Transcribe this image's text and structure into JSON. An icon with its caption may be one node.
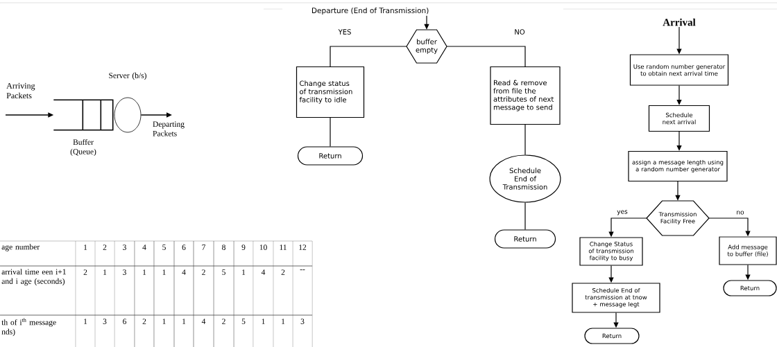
{
  "diagram": {
    "nodes": [
      {
        "text": [],
        "shape": "box",
        "beside": [
          "Buffer (Queue)"
        ]
      },
      {
        "text": [],
        "shape": "circle",
        "beside": [
          "Server (b/s)"
        ]
      },
      {
        "text": [
          "Departure (End of Transmission)"
        ]
      },
      {
        "text": [
          "buffer empty"
        ]
      },
      {
        "text": [
          "Change status of transmission facility to idle"
        ]
      },
      {
        "text": [
          "Return"
        ]
      },
      {
        "text": [
          "Read & remove from file the attributes of next message to send"
        ]
      },
      {
        "text": [
          "Schedule End of Transmission"
        ]
      },
      {
        "text": [
          "Return"
        ]
      },
      {
        "text": [
          "Arrival"
        ]
      },
      {
        "text": [
          "Use random number generator to obtain next arrival time"
        ]
      },
      {
        "text": [
          "Schedule next arrival"
        ]
      },
      {
        "text": [
          "assign a message length using a random number generator"
        ]
      },
      {
        "text": [
          "Transmission Facility Free"
        ]
      },
      {
        "text": [
          "Change Status of transmission facility to busy"
        ]
      },
      {
        "text": [
          "Schedule End of transmission at tnow + message legt"
        ]
      },
      {
        "text": [
          "Return"
        ]
      },
      {
        "text": [
          "Add message to buffer (file)"
        ]
      },
      {
        "text": [
          "Return"
        ]
      }
    ],
    "edges": [
      {
        "from": null,
        "to": 0,
        "arrow": "to",
        "label": "Arriving Packets"
      },
      {
        "from": 1,
        "to": null,
        "arrow": "to",
        "label": "Departing Packets"
      },
      {
        "from": 2,
        "to": 3,
        "arrow": "to"
      },
      {
        "from": 3,
        "to": 4,
        "arrow": "none",
        "label": "YES"
      },
      {
        "from": 4,
        "to": 5,
        "arrow": "none"
      },
      {
        "from": 3,
        "to": 6,
        "arrow": "none",
        "label": "NO"
      },
      {
        "from": 6,
        "to": 7,
        "arrow": "none"
      },
      {
        "from": 7,
        "to": 8,
        "arrow": "none"
      },
      {
        "from": 9,
        "to": 10,
        "arrow": "to"
      },
      {
        "from": 10,
        "to": 11,
        "arrow": "to"
      },
      {
        "from": 11,
        "to": 12,
        "arrow": "to"
      },
      {
        "from": 12,
        "to": 13,
        "arrow": "to"
      },
      {
        "from": 13,
        "to": 14,
        "arrow": "to",
        "label": "yes"
      },
      {
        "from": 13,
        "to": 17,
        "arrow": "to",
        "label": "no"
      },
      {
        "from": 14,
        "to": 15,
        "arrow": "to"
      },
      {
        "from": 15,
        "to": 16,
        "arrow": "to"
      },
      {
        "from": 17,
        "to": 18,
        "arrow": "to"
      }
    ],
    "labels": [
      "age number",
      "1",
      "2",
      "3",
      "4",
      "5",
      "6",
      "7",
      "8",
      "9",
      "10",
      "11",
      "12",
      "arrival time een i+1 and i age (seconds)",
      "2",
      "1",
      "3",
      "1",
      "1",
      "4",
      "2",
      "5",
      "1",
      "4",
      "2",
      "--",
      "th of i$^{th}$ message nds)",
      "1",
      "3",
      "6",
      "2",
      "1",
      "1",
      "4",
      "2",
      "5",
      "1",
      "1",
      "3"
    ]
  }
}
